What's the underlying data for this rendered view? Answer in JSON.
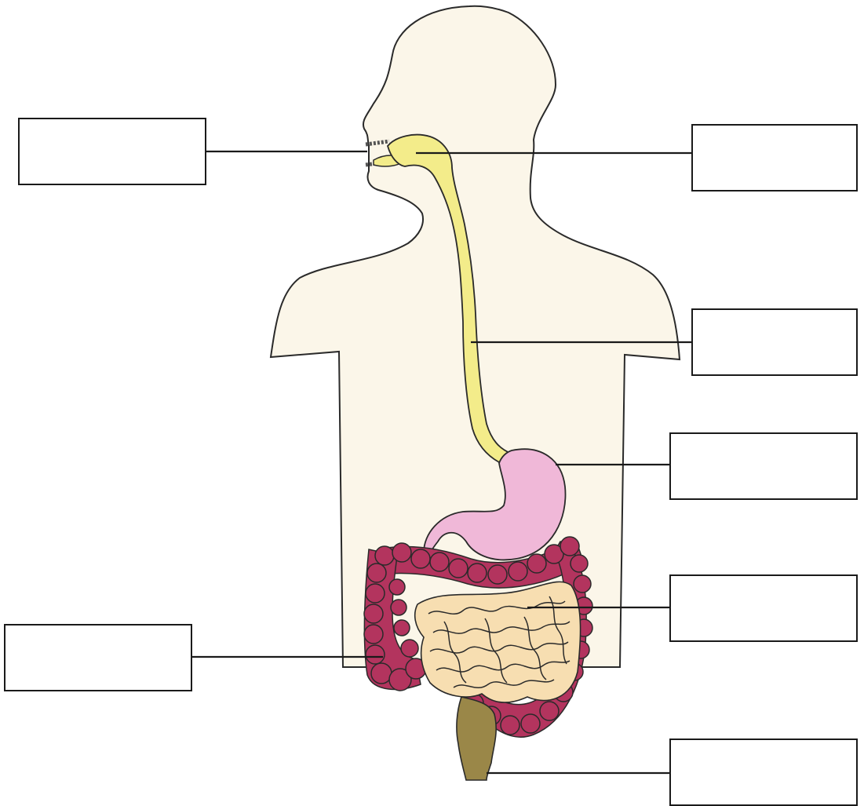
{
  "diagram": {
    "colors": {
      "body": "#fbf6e9",
      "outline": "#2a2a2a",
      "pharynx_esophagus": "#f3ec8a",
      "stomach": "#f0b8d8",
      "large_intestine": "#b3345e",
      "small_intestine": "#f7deb1",
      "rectum": "#9a8748",
      "leader_line": "#1a1a1a"
    },
    "labels": [
      {
        "id": "mouth",
        "text": ""
      },
      {
        "id": "pharynx",
        "text": ""
      },
      {
        "id": "esophagus",
        "text": ""
      },
      {
        "id": "stomach",
        "text": ""
      },
      {
        "id": "small-intestine",
        "text": ""
      },
      {
        "id": "large-intestine",
        "text": ""
      },
      {
        "id": "rectum",
        "text": ""
      }
    ]
  }
}
